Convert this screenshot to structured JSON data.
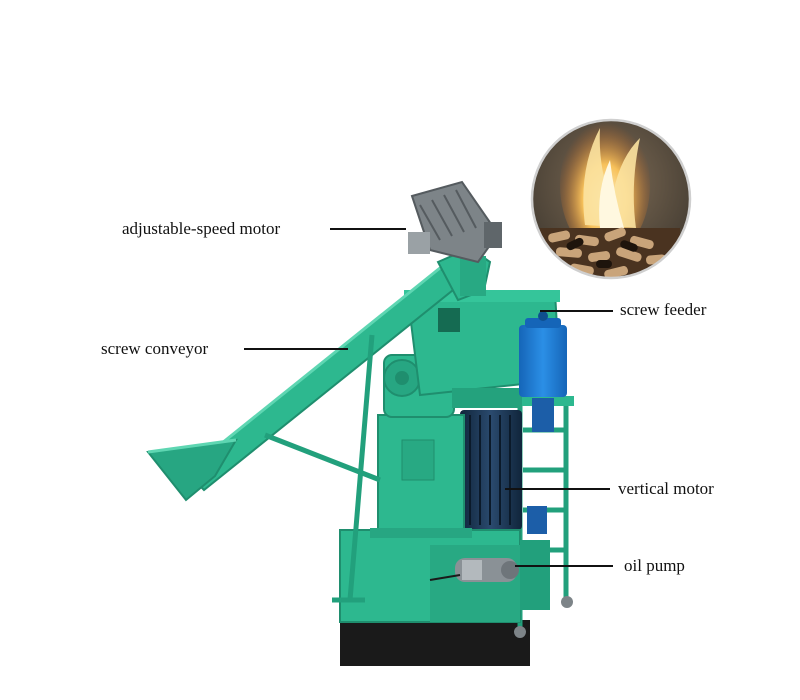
{
  "labels": {
    "adjustable_speed_motor": "adjustable-speed motor",
    "screw_conveyor": "screw conveyor",
    "screw_feeder": "screw feeder",
    "vertical_motor": "vertical motor",
    "oil_pump": "oil pump"
  },
  "colors": {
    "machine_body": "#2db88f",
    "machine_shadow": "#1f8e6e",
    "machine_dark": "#156b52",
    "motor_gray": "#7d8488",
    "vertical_motor_navy": "#1c3550",
    "tank_blue": "#1f7fd6",
    "base_black": "#1a1a1a",
    "leader_line": "#111111",
    "flame": "#f4a23a"
  },
  "icons": {
    "inset": "burning-pellets-photo",
    "machine": "pellet-mill-machine"
  }
}
